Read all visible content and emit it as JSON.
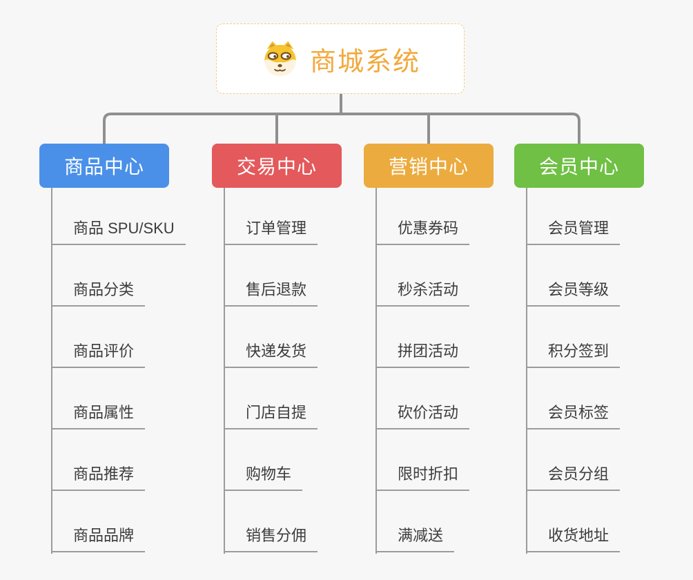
{
  "canvas": {
    "background_color": "#f7f7f7",
    "connector_color": "#8f8f8f",
    "child_line_color": "#9b9b9b",
    "child_text_color": "#3c3c3c"
  },
  "root": {
    "label": "商城系统",
    "icon": "doge-face-icon",
    "text_color": "#f2a93c",
    "border_color": "#f4ca82",
    "background_color": "#ffffff"
  },
  "branches": [
    {
      "label": "商品中心",
      "color": "#4a90e8",
      "children": [
        "商品 SPU/SKU",
        "商品分类",
        "商品评价",
        "商品属性",
        "商品推荐",
        "商品品牌"
      ]
    },
    {
      "label": "交易中心",
      "color": "#e4595b",
      "children": [
        "订单管理",
        "售后退款",
        "快递发货",
        "门店自提",
        "购物车",
        "销售分佣"
      ]
    },
    {
      "label": "营销中心",
      "color": "#ecab3e",
      "children": [
        "优惠券码",
        "秒杀活动",
        "拼团活动",
        "砍价活动",
        "限时折扣",
        "满减送"
      ]
    },
    {
      "label": "会员中心",
      "color": "#6fc044",
      "children": [
        "会员管理",
        "会员等级",
        "积分签到",
        "会员标签",
        "会员分组",
        "收货地址"
      ]
    }
  ]
}
